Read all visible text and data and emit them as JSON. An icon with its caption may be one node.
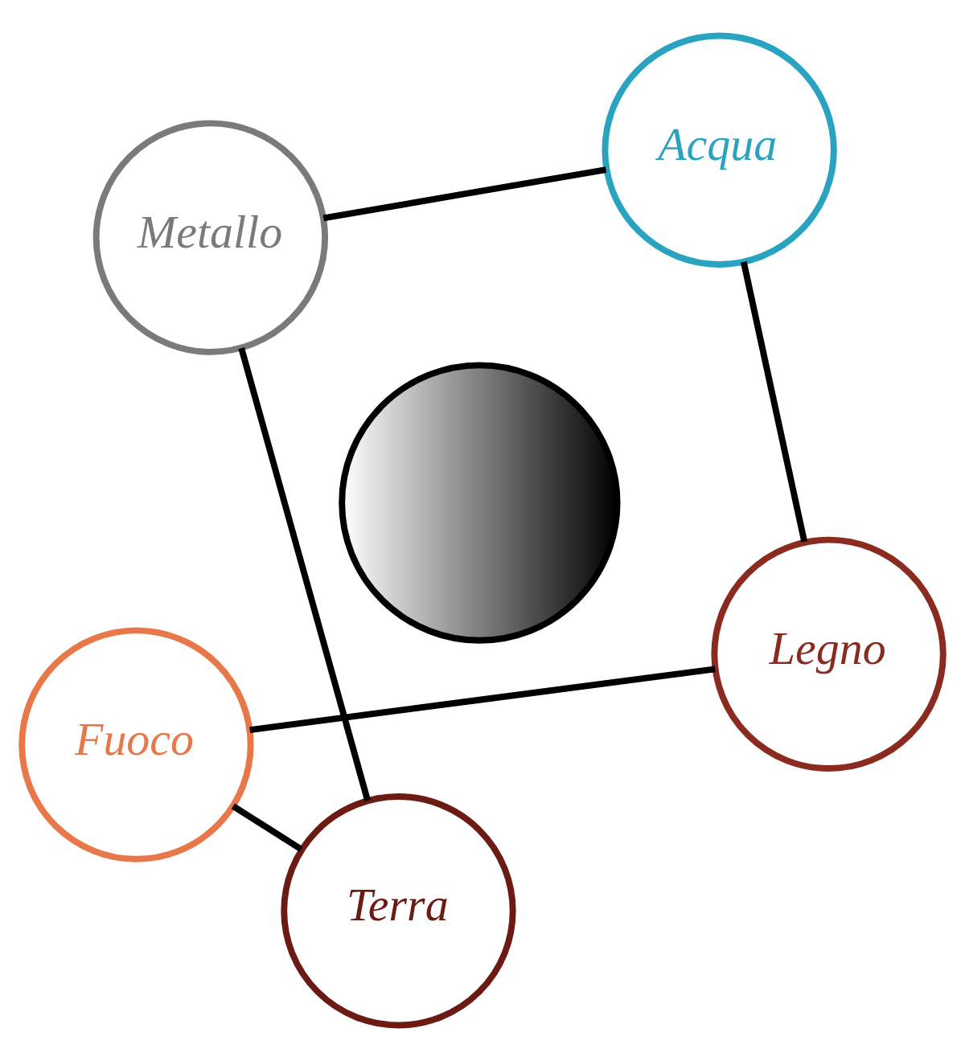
{
  "diagram": {
    "nodes": [
      {
        "text": [
          "Fuoco"
        ]
      },
      {
        "text": [
          "Legno"
        ]
      },
      {
        "text": [
          "Terra"
        ]
      },
      {
        "text": [],
        "shape": "circle"
      },
      {
        "text": [
          "Acqua"
        ]
      },
      {
        "text": [
          "Metallo"
        ]
      }
    ],
    "edges": [
      {
        "from": 0,
        "to": 2,
        "arrow": "none"
      },
      {
        "from": 2,
        "to": 5,
        "arrow": "none"
      },
      {
        "from": 5,
        "to": 4,
        "arrow": "none"
      },
      {
        "from": 4,
        "to": 1,
        "arrow": "none"
      },
      {
        "from": 1,
        "to": 0,
        "arrow": "none"
      }
    ]
  }
}
